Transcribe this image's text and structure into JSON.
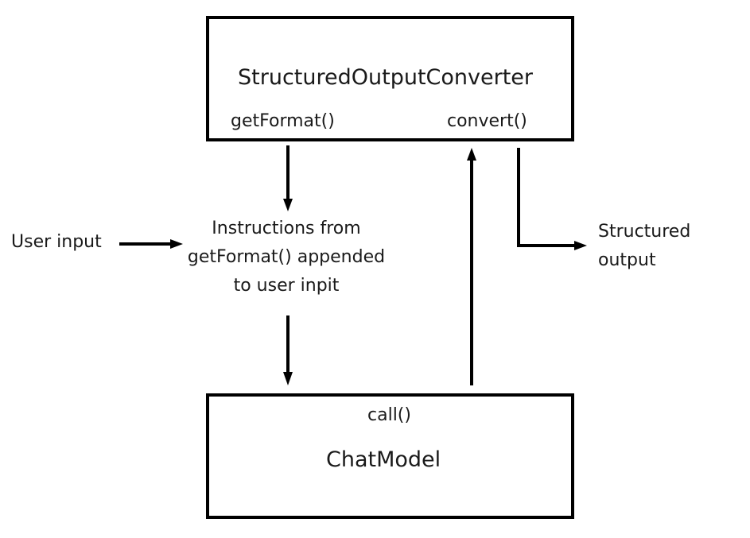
{
  "converter": {
    "title": "StructuredOutputConverter",
    "left_method": "getFormat()",
    "right_method": "convert()"
  },
  "model": {
    "title": "ChatModel",
    "method": "call()"
  },
  "user_input": "User input",
  "instructions": [
    "Instructions from",
    "getFormat() appended",
    "to user inpit"
  ],
  "output": [
    "Structured",
    "output"
  ]
}
